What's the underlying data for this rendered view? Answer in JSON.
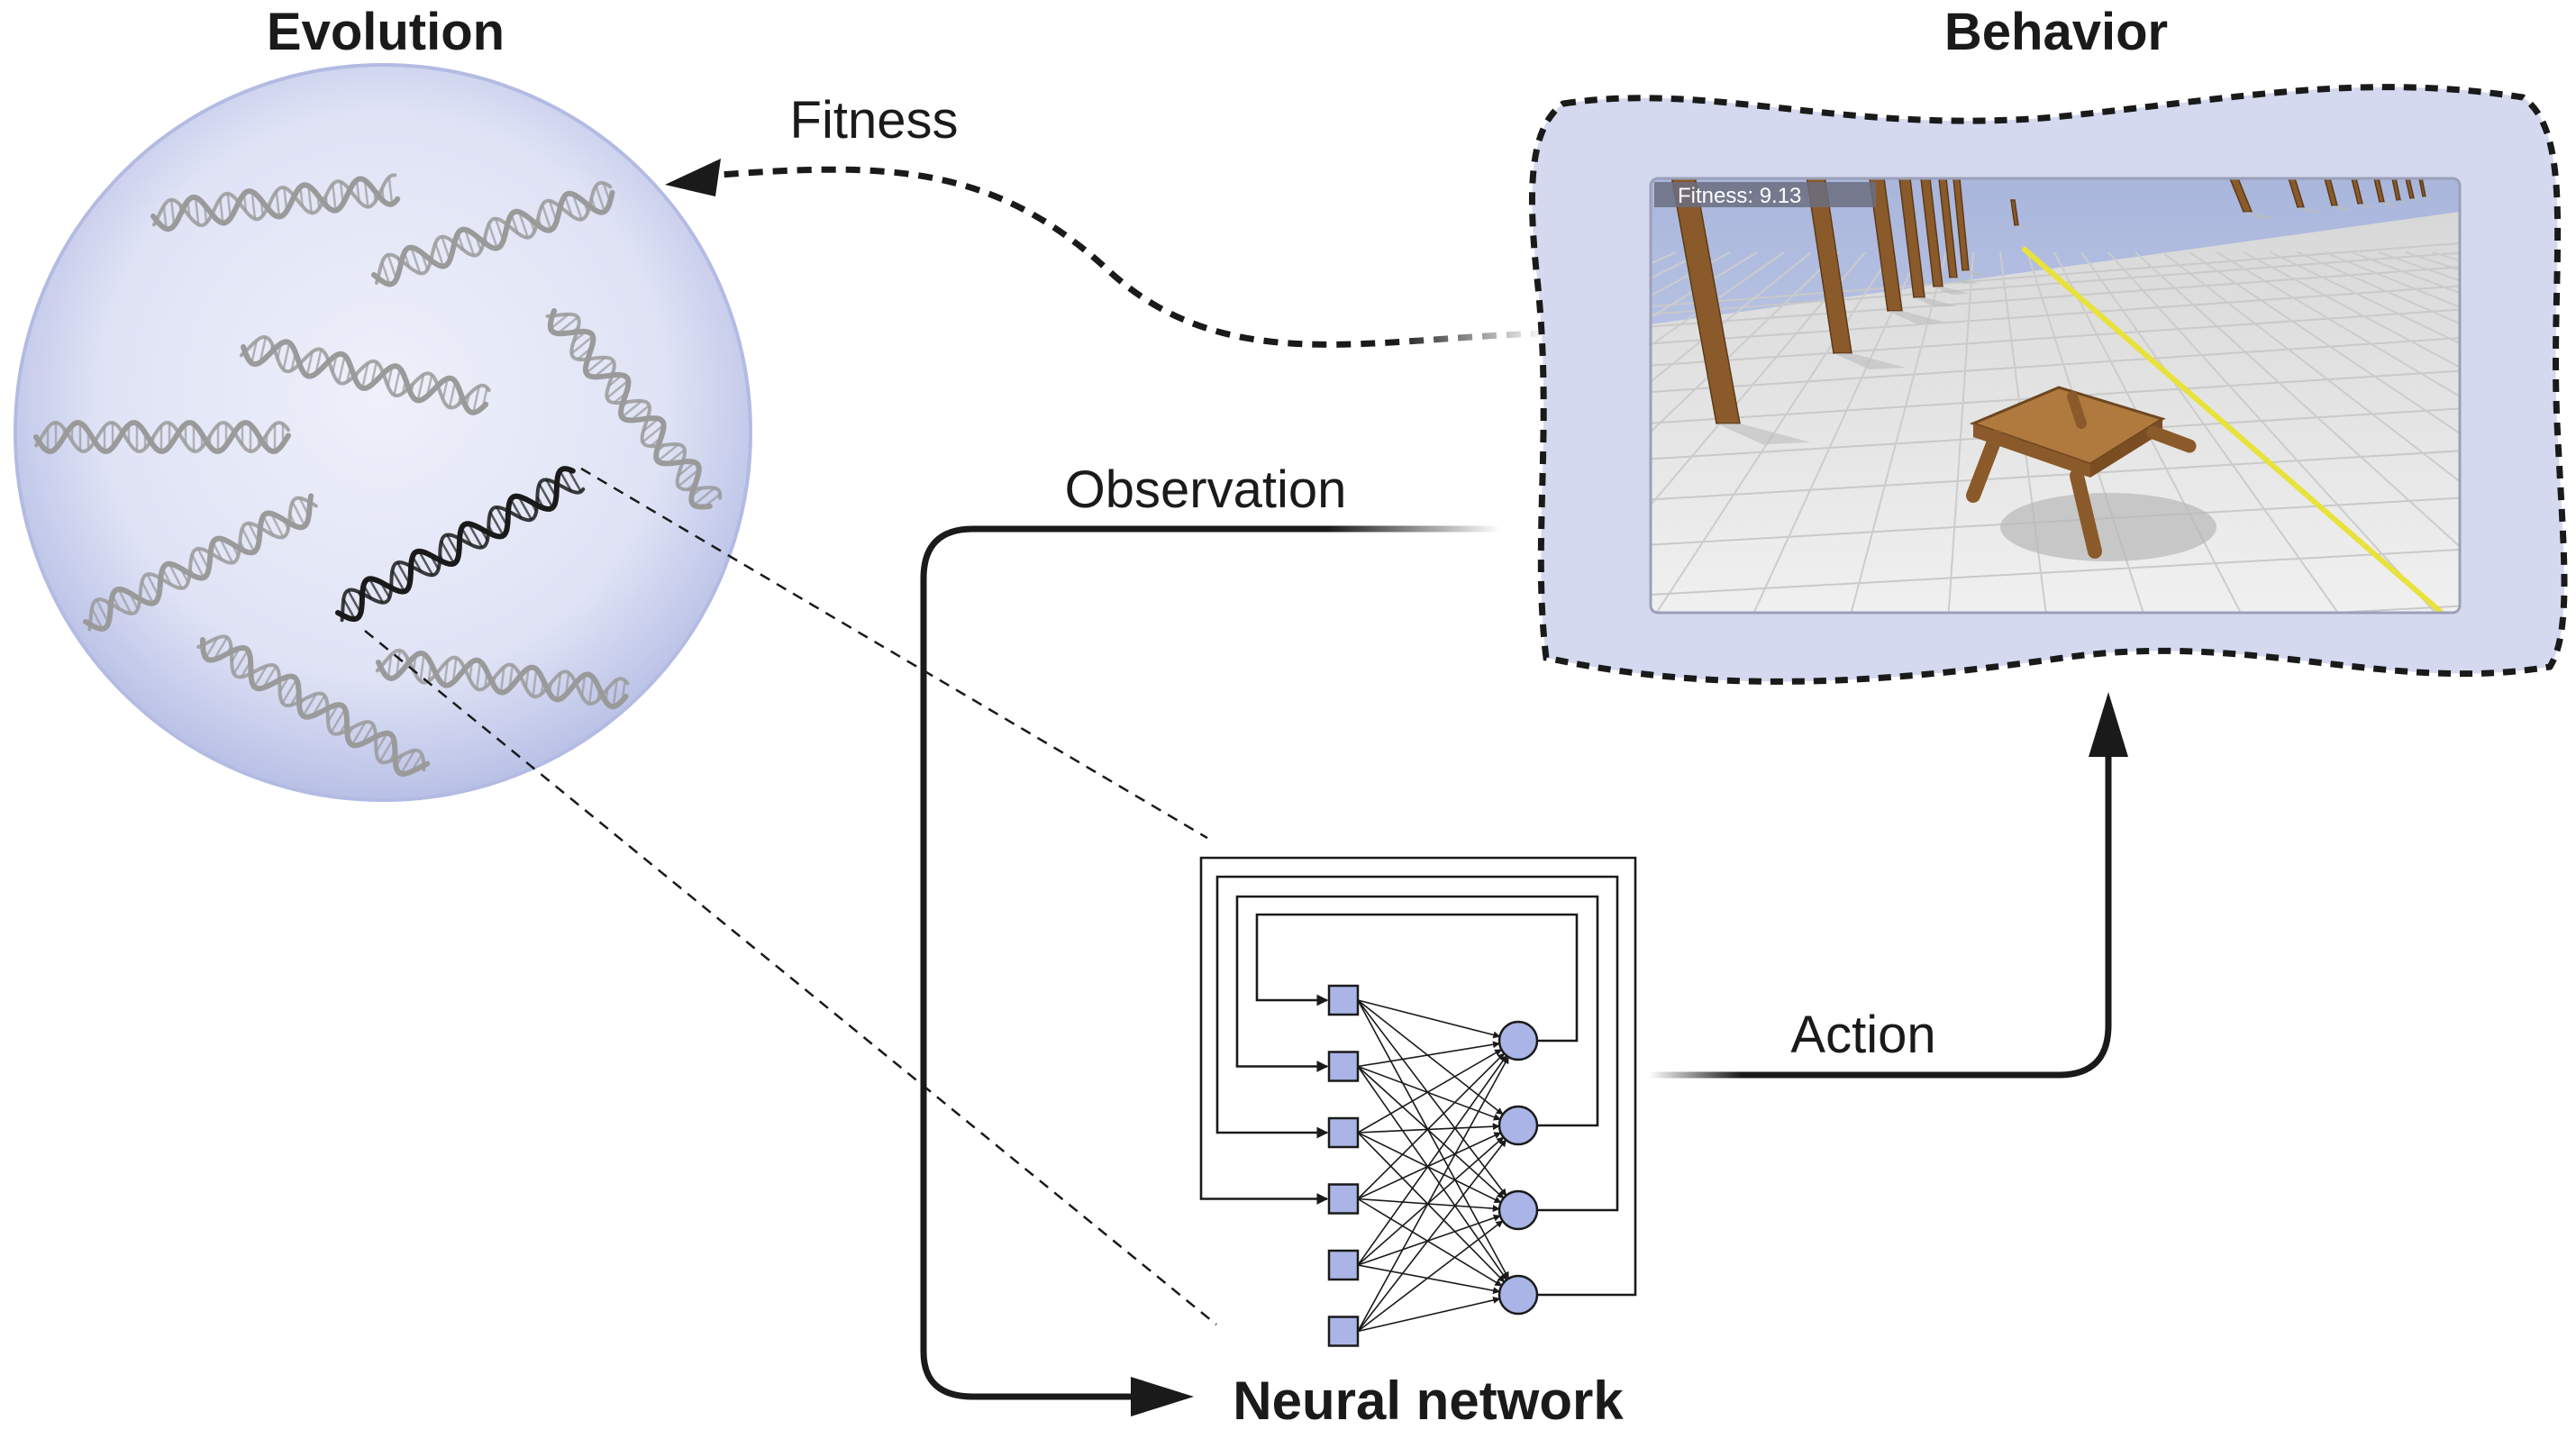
{
  "titles": {
    "evolution": "Evolution",
    "behavior": "Behavior",
    "neural_network": "Neural network"
  },
  "arrows": {
    "fitness": "Fitness",
    "observation": "Observation",
    "action": "Action"
  },
  "simulation": {
    "hud_text": "Fitness: 9.13"
  },
  "network": {
    "input_nodes": 6,
    "output_nodes": 4
  },
  "colors": {
    "ink": "#1a1a1a",
    "node_fill": "#aab4e6",
    "bubble_fill": "#dfe3f5",
    "panel_fill": "#d4d9f0",
    "dna_grey": "#9a9a9a",
    "dna_dark": "#1a1a1a",
    "floor": "#e6e6e6",
    "sky": "#b9c3e2",
    "wood": "#9b6a36",
    "track": "#e8e23a"
  }
}
